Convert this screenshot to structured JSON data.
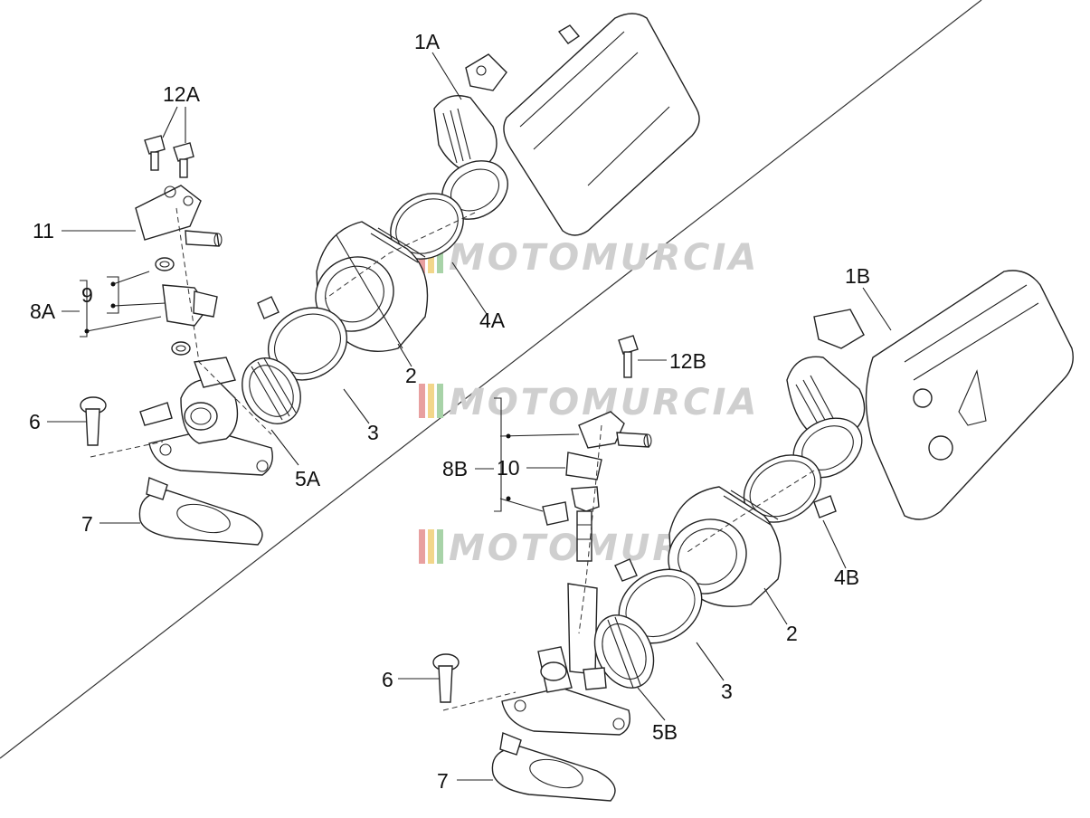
{
  "watermark": {
    "text": "MOTOMURCIA",
    "stripe_colors": [
      "#e8a0a0",
      "#f2d68a",
      "#a8d3a8"
    ]
  },
  "callouts": {
    "c_1A": "1A",
    "c_1B": "1B",
    "c_12A": "12A",
    "c_12B": "12B",
    "c_11": "11",
    "c_9": "9",
    "c_8A": "8A",
    "c_8B": "8B",
    "c_10": "10",
    "c_6_top": "6",
    "c_6_bottom": "6",
    "c_7_top": "7",
    "c_7_bottom": "7",
    "c_5A": "5A",
    "c_5B": "5B",
    "c_4A": "4A",
    "c_4B": "4B",
    "c_2_top": "2",
    "c_2_bottom": "2",
    "c_3_top": "3",
    "c_3_bottom": "3"
  }
}
